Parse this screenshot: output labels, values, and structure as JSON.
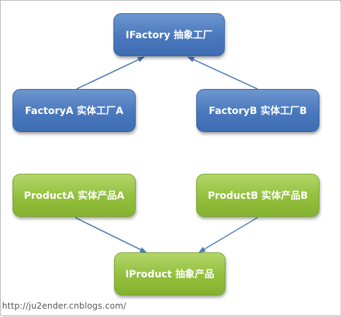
{
  "nodes": {
    "ifactory": "IFactory 抽象工厂",
    "factory_a": "FactoryA 实体工厂A",
    "factory_b": "FactoryB 实体工厂B",
    "product_a": "ProductA 实体产品A",
    "product_b": "ProductB 实体产品B",
    "iproduct": "IProduct 抽象产品"
  },
  "watermark": "http://ju2ender.cnblogs.com/",
  "colors": {
    "factory_fill": "#4a78bd",
    "product_fill": "#92bf3c",
    "arrow": "#4a7bb7"
  }
}
